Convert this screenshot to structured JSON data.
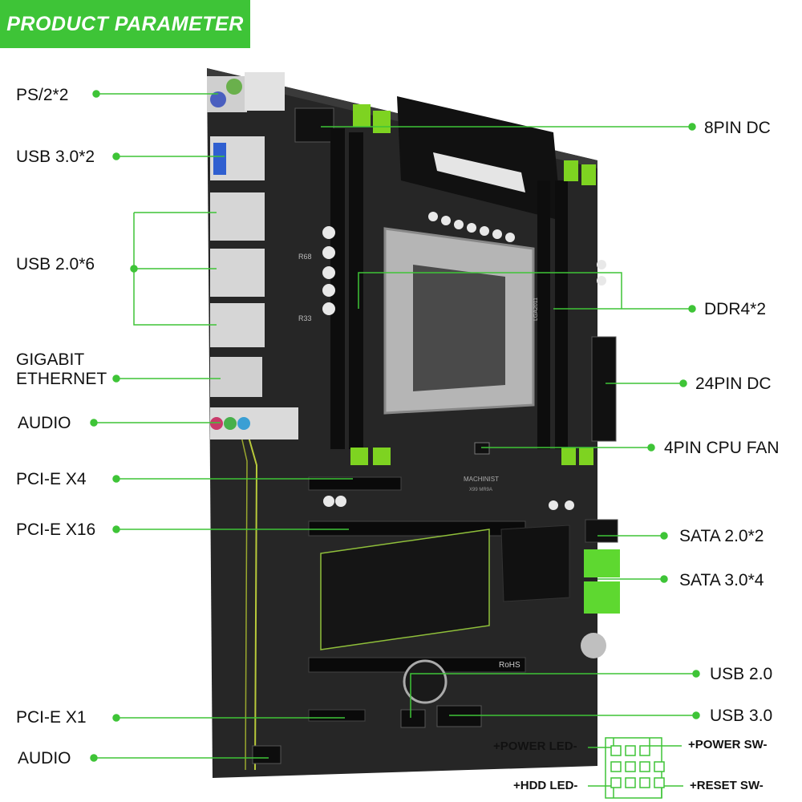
{
  "banner": {
    "title": "PRODUCT PARAMETER"
  },
  "colors": {
    "accent": "#3ec437",
    "board": "#2a2a2a",
    "slot_green": "#7ed321"
  },
  "left_labels": {
    "ps2": "PS/2*2",
    "usb30": "USB 3.0*2",
    "usb20": "USB 2.0*6",
    "gigabit": "GIGABIT",
    "ethernet": "ETHERNET",
    "audio_top": "AUDIO",
    "pcie_x4": "PCI-E X4",
    "pcie_x16": "PCI-E X16",
    "pcie_x1": "PCI-E X1",
    "audio_bottom": "AUDIO"
  },
  "right_labels": {
    "pin8": "8PIN DC",
    "ddr4": "DDR4*2",
    "pin24": "24PIN DC",
    "cpu_fan": "4PIN CPU FAN",
    "sata2": "SATA 2.0*2",
    "sata3": "SATA 3.0*4",
    "usb2": "USB 2.0",
    "usb3": "USB 3.0"
  },
  "front_panel": {
    "power_led": "+POWER LED-",
    "power_sw": "+POWER SW-",
    "hdd_led": "+HDD LED-",
    "reset_sw": "+RESET SW-"
  },
  "board_text": {
    "brand": "MACHINIST",
    "model": "X99 MR9A",
    "rohs": "RoHS",
    "r68": "R68",
    "r33": "R33",
    "socket": "LGA2011"
  }
}
